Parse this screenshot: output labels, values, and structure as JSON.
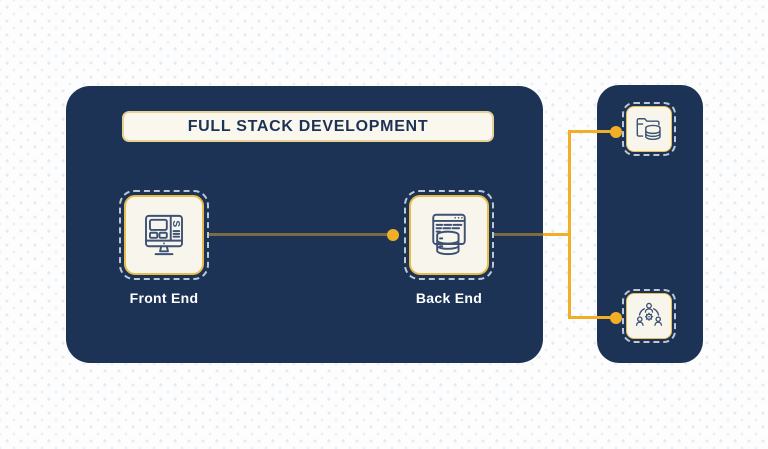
{
  "diagram": {
    "title": "FULL STACK DEVELOPMENT",
    "nodes": [
      {
        "id": "front-end",
        "label": "Front End",
        "icon": "monitor-wireframe-code-icon",
        "icon_letter": "S"
      },
      {
        "id": "back-end",
        "label": "Back End",
        "icon": "browser-database-icon"
      }
    ],
    "sidebar": {
      "items": [
        {
          "id": "data-storage",
          "icon": "folder-database-icon"
        },
        {
          "id": "team",
          "icon": "team-gear-icon"
        }
      ]
    },
    "connections": [
      {
        "from": "front-end",
        "to": "back-end"
      },
      {
        "from": "back-end",
        "to": "data-storage"
      },
      {
        "from": "back-end",
        "to": "team"
      }
    ]
  },
  "colors": {
    "panel_navy": "#1d3356",
    "box_cream": "#f8f5ec",
    "box_border_gold": "#e9bd4a",
    "banner_cream": "#faf7ee",
    "banner_border_gold": "#e7d193",
    "connector_yellow": "#f2ae24",
    "dashed_border": "#bcc8d6",
    "icon_stroke": "#3d5174",
    "title_text": "#1d3356",
    "label_text": "#ffffff",
    "background_dot": "#e4ecf4"
  }
}
